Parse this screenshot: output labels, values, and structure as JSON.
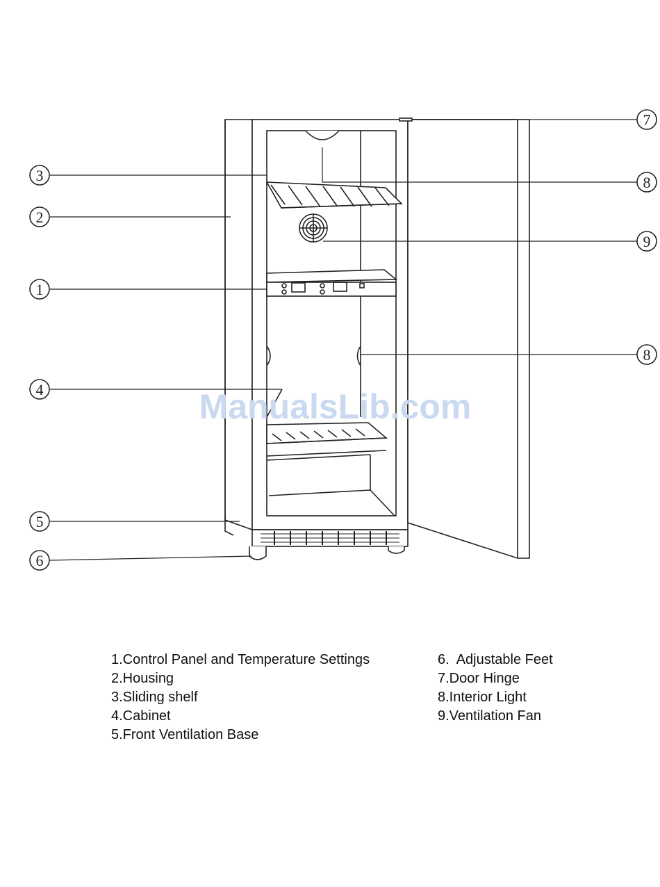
{
  "watermark": "ManualsLib.com",
  "callouts": [
    "1",
    "2",
    "3",
    "4",
    "5",
    "6",
    "7",
    "8",
    "9"
  ],
  "legend": {
    "left": [
      "1.Control Panel and Temperature Settings",
      "2.Housing",
      "3.Sliding shelf",
      "4.Cabinet",
      "5.Front Ventilation Base"
    ],
    "right": [
      "6.  Adjustable Feet",
      "7.Door Hinge",
      "8.Interior Light",
      "9.Ventilation Fan"
    ]
  }
}
